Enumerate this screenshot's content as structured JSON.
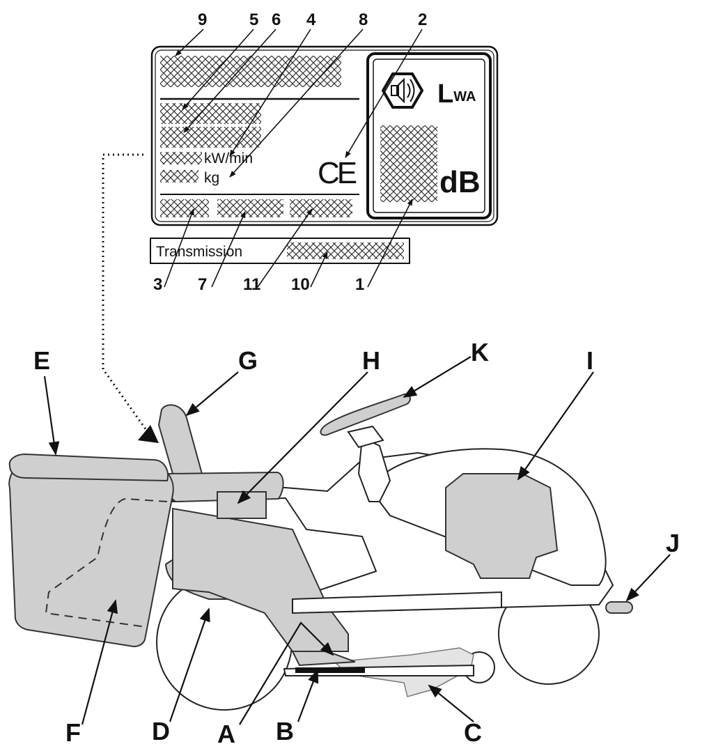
{
  "plate": {
    "unit_power": "kW/min",
    "unit_mass": "kg",
    "ce_mark": "CE",
    "lwa_L": "L",
    "lwa_sub": "WA",
    "db_unit": "dB",
    "transmission_label": "Transmission",
    "numbers": [
      "9",
      "5",
      "6",
      "4",
      "8",
      "2",
      "3",
      "7",
      "11",
      "10",
      "1"
    ]
  },
  "parts": {
    "labels": [
      "E",
      "G",
      "H",
      "K",
      "I",
      "J",
      "F",
      "D",
      "A",
      "B",
      "C"
    ]
  },
  "icons": {
    "speaker": "speaker-hex-icon"
  },
  "colors": {
    "ink": "#111111",
    "part_fill": "#cfcfcf",
    "background": "#ffffff"
  }
}
